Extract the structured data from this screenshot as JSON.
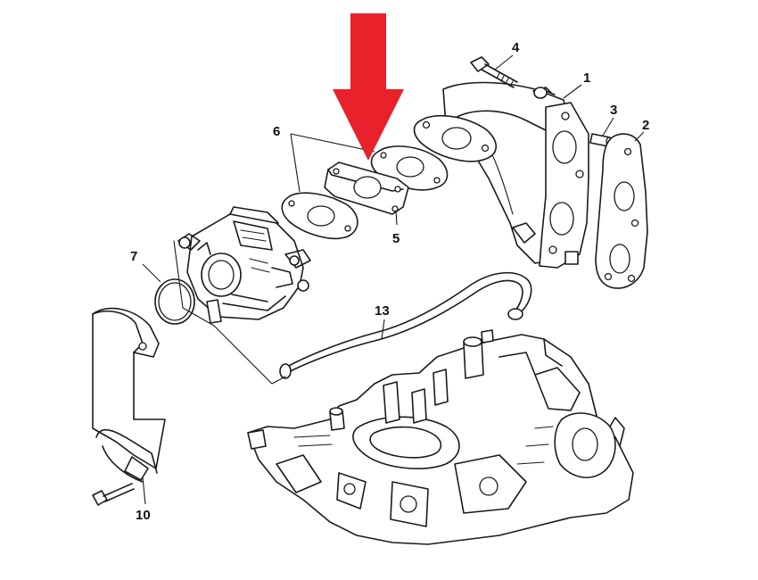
{
  "diagram": {
    "callouts": [
      {
        "id": "1",
        "label": "1"
      },
      {
        "id": "2",
        "label": "2"
      },
      {
        "id": "3",
        "label": "3"
      },
      {
        "id": "4",
        "label": "4"
      },
      {
        "id": "5",
        "label": "5"
      },
      {
        "id": "6",
        "label": "6"
      },
      {
        "id": "7",
        "label": "7"
      },
      {
        "id": "10",
        "label": "10"
      },
      {
        "id": "13",
        "label": "13"
      }
    ],
    "colors": {
      "arrow": "#e8212b",
      "line": "#1a1a1a",
      "background": "#ffffff"
    }
  }
}
